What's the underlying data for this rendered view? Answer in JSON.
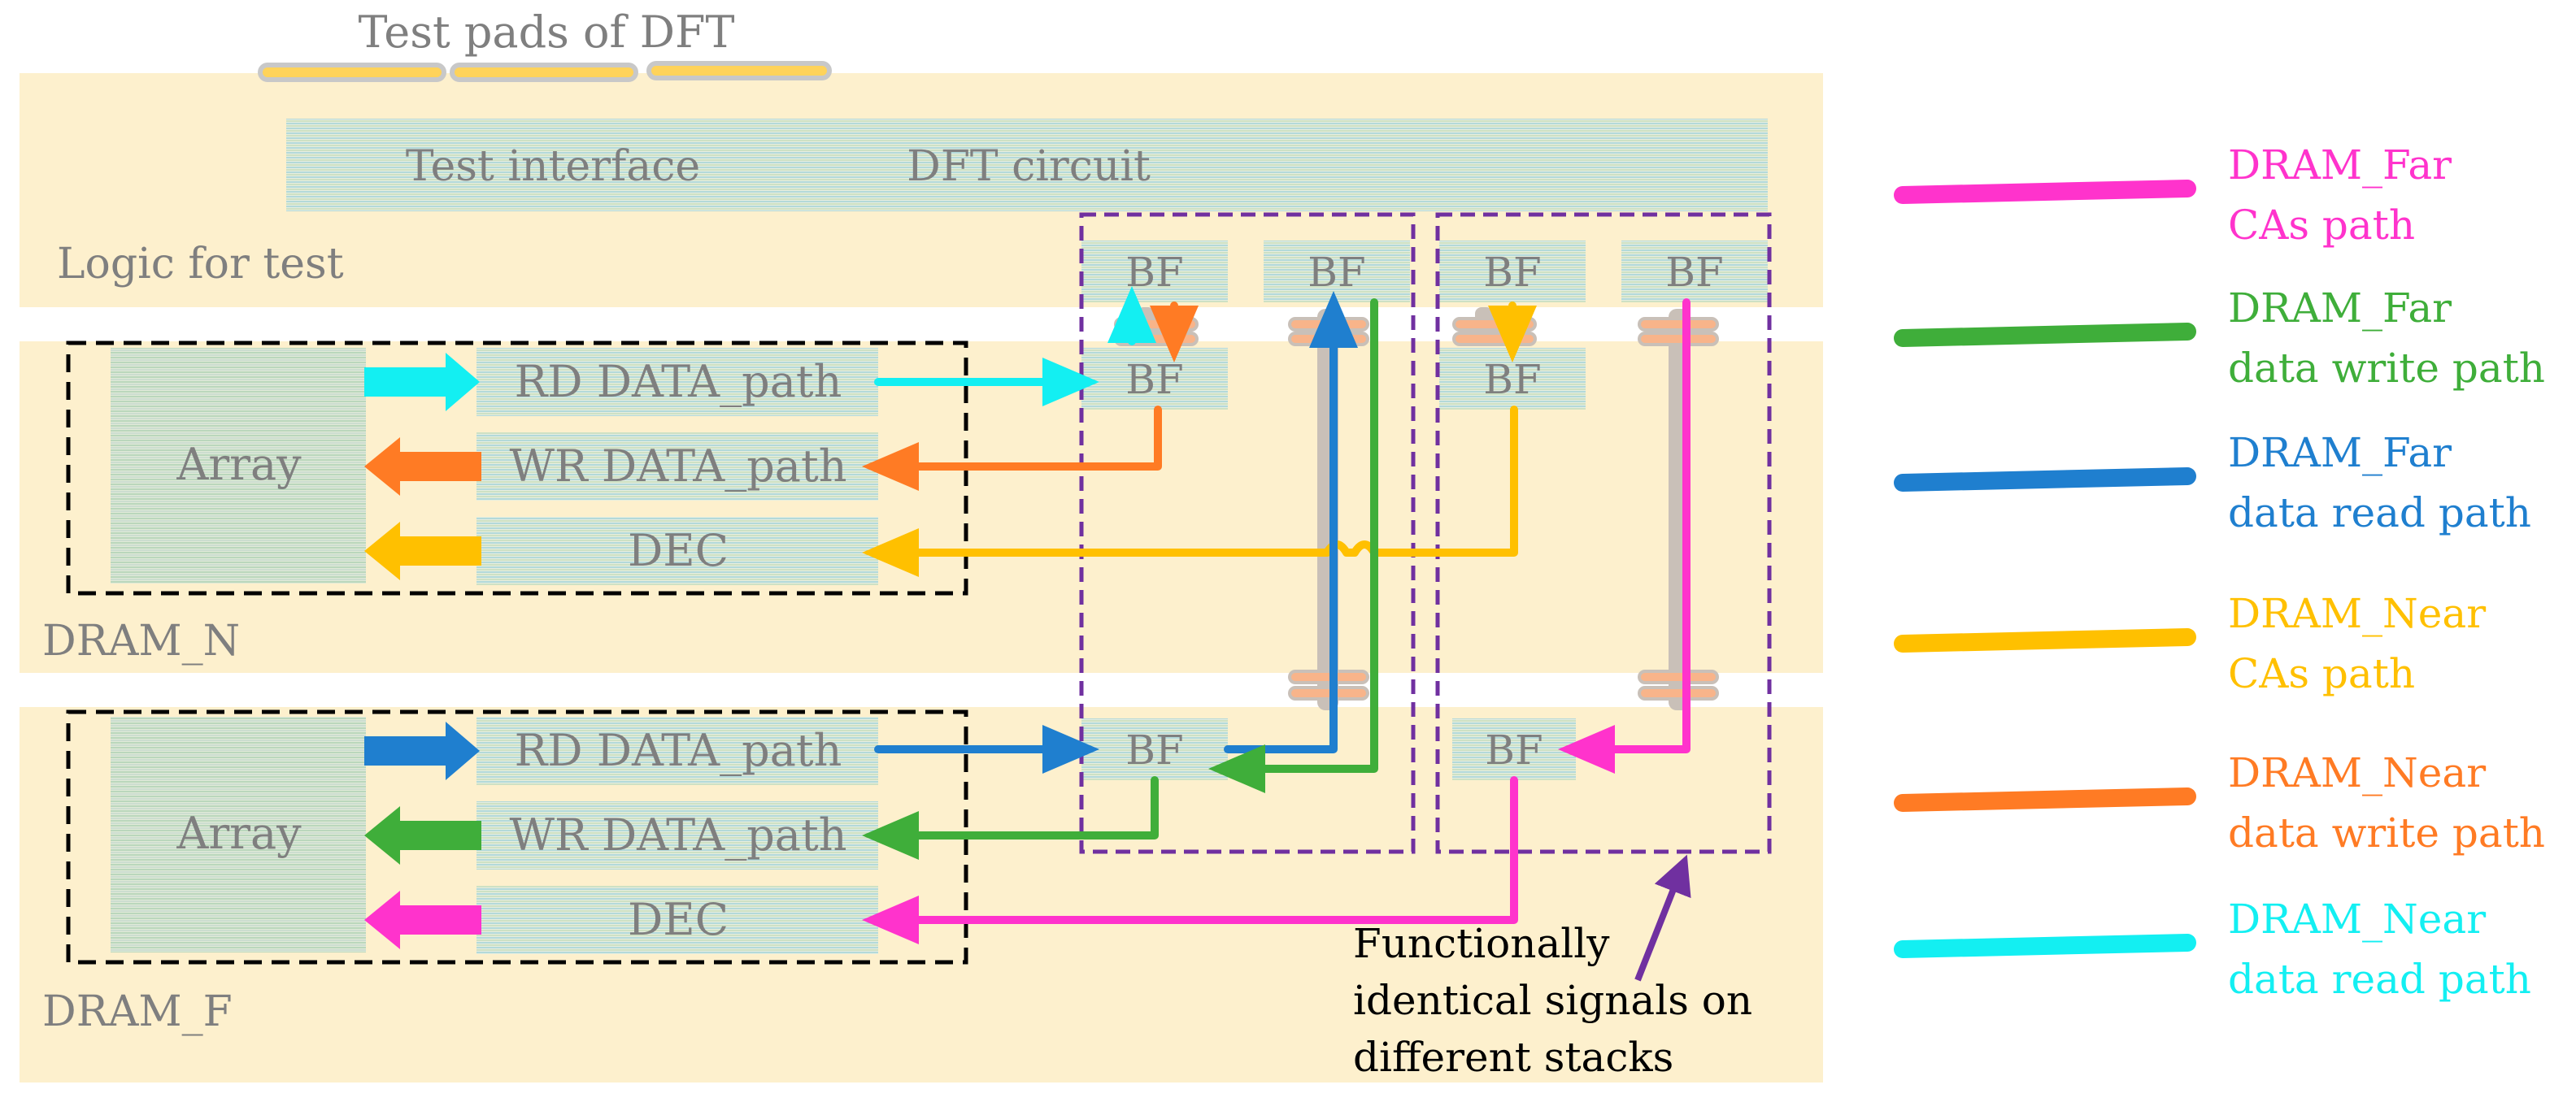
{
  "diagram": {
    "test_pads_label": "Test pads of DFT",
    "test_interface_label": "Test interface",
    "dft_circuit_label": "DFT circuit",
    "logic_label": "Logic for test",
    "bf_label": "BF",
    "array_label": "Array",
    "rd_label": "RD DATA_path",
    "wr_label": "WR DATA_path",
    "dec_label": "DEC",
    "dram_n_label": "DRAM_N",
    "dram_f_label": "DRAM_F",
    "annotation": [
      "Functionally",
      "identical signals on",
      "different stacks"
    ]
  },
  "legend": [
    {
      "line1": "DRAM_Far",
      "line2": "CAs path",
      "color": "#ff33cc"
    },
    {
      "line1": "DRAM_Far",
      "line2": "data write path",
      "color": "#3fae3a"
    },
    {
      "line1": "DRAM_Far",
      "line2": "data read path",
      "color": "#1f7fcf"
    },
    {
      "line1": "DRAM_Near",
      "line2": "CAs path",
      "color": "#ffc000"
    },
    {
      "line1": "DRAM_Near",
      "line2": "data write path",
      "color": "#ff7b24"
    },
    {
      "line1": "DRAM_Near",
      "line2": "data read path",
      "color": "#13eff2"
    }
  ]
}
